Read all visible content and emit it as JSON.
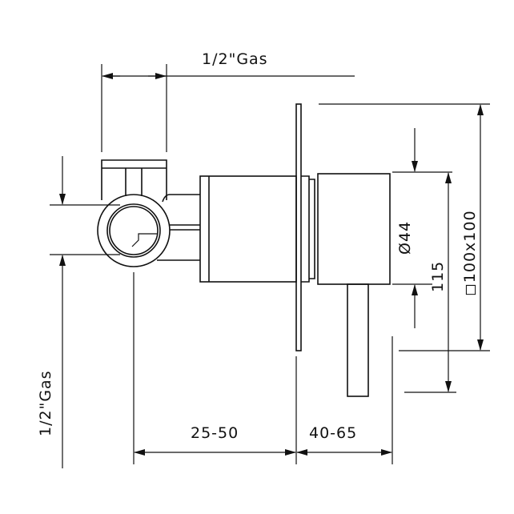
{
  "title": "Concealed shower mixer dimension drawing",
  "colors": {
    "line": "#111111",
    "background": "#ffffff"
  },
  "dimensions": {
    "top_inlet": "1/2\"Gas",
    "left_outlet": "1/2\"Gas",
    "wall_depth": "25-50",
    "projection": "40-65",
    "cap_diameter": "Ø44",
    "height": "115",
    "plate": "◻100x100"
  }
}
